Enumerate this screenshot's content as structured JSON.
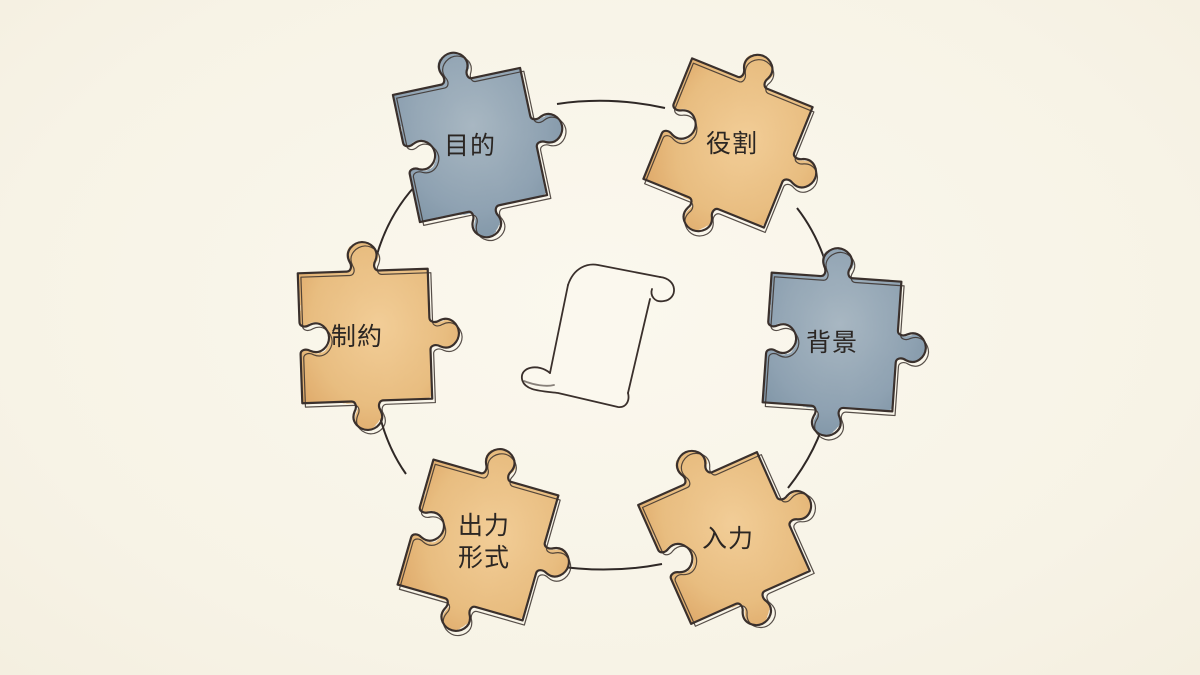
{
  "pieces": [
    {
      "id": "purpose",
      "label": "目的",
      "color": "#8fa2b2"
    },
    {
      "id": "role",
      "label": "役割",
      "color": "#e8bd80"
    },
    {
      "id": "background",
      "label": "背景",
      "color": "#8fa2b2"
    },
    {
      "id": "input",
      "label": "入力",
      "color": "#e8bd80"
    },
    {
      "id": "output-format",
      "label_line1": "出力",
      "label_line2": "形式",
      "color": "#e8bd80"
    },
    {
      "id": "constraints",
      "label": "制約",
      "color": "#e8bd80"
    }
  ],
  "center": {
    "icon": "scroll-icon"
  },
  "colors": {
    "background": "#f8f5ea",
    "ink": "#3a302c",
    "blue_piece": "#8fa2b2",
    "orange_piece": "#e8bd80"
  }
}
